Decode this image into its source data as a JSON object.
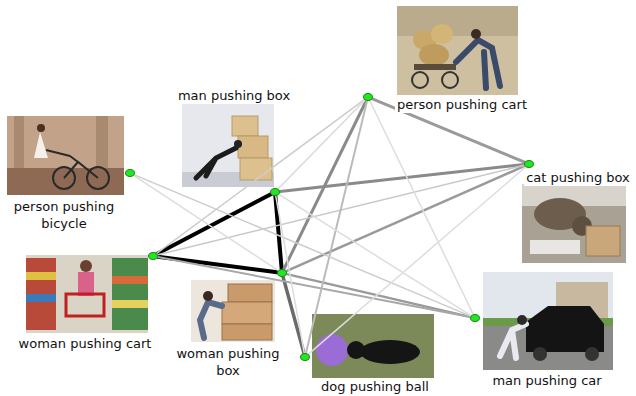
{
  "diagram": {
    "nodes": [
      {
        "text": [
          "person pushing cart"
        ]
      },
      {
        "text": [
          "man pushing box"
        ]
      },
      {
        "text": [
          "cat pushing box"
        ]
      },
      {
        "text": [
          "person pushing bicycle"
        ]
      },
      {
        "text": [
          "woman pushing cart"
        ]
      },
      {
        "text": [
          "woman pushing box"
        ]
      },
      {
        "text": [
          "man pushing car"
        ]
      },
      {
        "text": [
          "dog pushing ball"
        ]
      }
    ],
    "edges": [
      {
        "from": 1,
        "to": 4,
        "arrow": "none"
      },
      {
        "from": 4,
        "to": 5,
        "arrow": "none"
      },
      {
        "from": 1,
        "to": 5,
        "arrow": "none"
      },
      {
        "from": 1,
        "to": 2,
        "arrow": "none"
      },
      {
        "from": 5,
        "to": 2,
        "arrow": "none"
      },
      {
        "from": 5,
        "to": 0,
        "arrow": "none"
      },
      {
        "from": 5,
        "to": 7,
        "arrow": "none"
      },
      {
        "from": 5,
        "to": 6,
        "arrow": "none"
      },
      {
        "from": 4,
        "to": 6,
        "arrow": "none"
      },
      {
        "from": 4,
        "to": 2,
        "arrow": "none"
      },
      {
        "from": 0,
        "to": 2,
        "arrow": "none"
      },
      {
        "from": 0,
        "to": 4,
        "arrow": "none"
      },
      {
        "from": 0,
        "to": 7,
        "arrow": "none"
      },
      {
        "from": 0,
        "to": 6,
        "arrow": "none"
      },
      {
        "from": 0,
        "to": 1,
        "arrow": "none"
      },
      {
        "from": 3,
        "to": 6,
        "arrow": "none"
      },
      {
        "from": 3,
        "to": 5,
        "arrow": "none"
      },
      {
        "from": 1,
        "to": 7,
        "arrow": "none"
      },
      {
        "from": 1,
        "to": 6,
        "arrow": "none"
      },
      {
        "from": 7,
        "to": 2,
        "arrow": "none"
      }
    ]
  }
}
